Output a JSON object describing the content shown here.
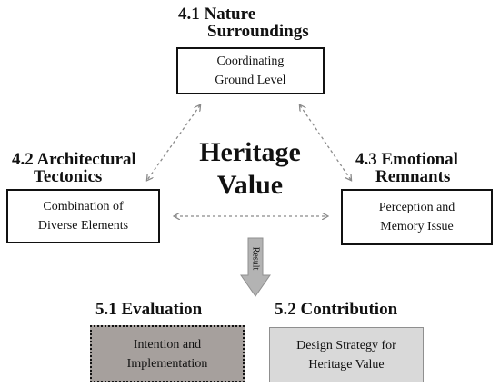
{
  "nature": {
    "heading_line1": "4.1 Nature",
    "heading_line2": "Surroundings",
    "box_line1": "Coordinating",
    "box_line2": "Ground Level"
  },
  "architectural": {
    "heading_line1": "4.2 Architectural",
    "heading_line2": "Tectonics",
    "box_line1": "Combination of",
    "box_line2": "Diverse Elements"
  },
  "emotional": {
    "heading_line1": "4.3 Emotional",
    "heading_line2": "Remnants",
    "box_line1": "Perception and",
    "box_line2": "Memory Issue"
  },
  "center": {
    "line1": "Heritage",
    "line2": "Value"
  },
  "result_label": "Result",
  "evaluation": {
    "heading": "5.1 Evaluation",
    "box_line1": "Intention and",
    "box_line2": "Implementation"
  },
  "contribution": {
    "heading": "5.2 Contribution",
    "box_line1": "Design Strategy for",
    "box_line2": "Heritage Value"
  },
  "colors": {
    "evaluation_fill": "#a6a09d",
    "contribution_fill": "#d9d9d9",
    "result_arrow_fill": "#b3b3b3",
    "connector": "#8a8a8a"
  }
}
